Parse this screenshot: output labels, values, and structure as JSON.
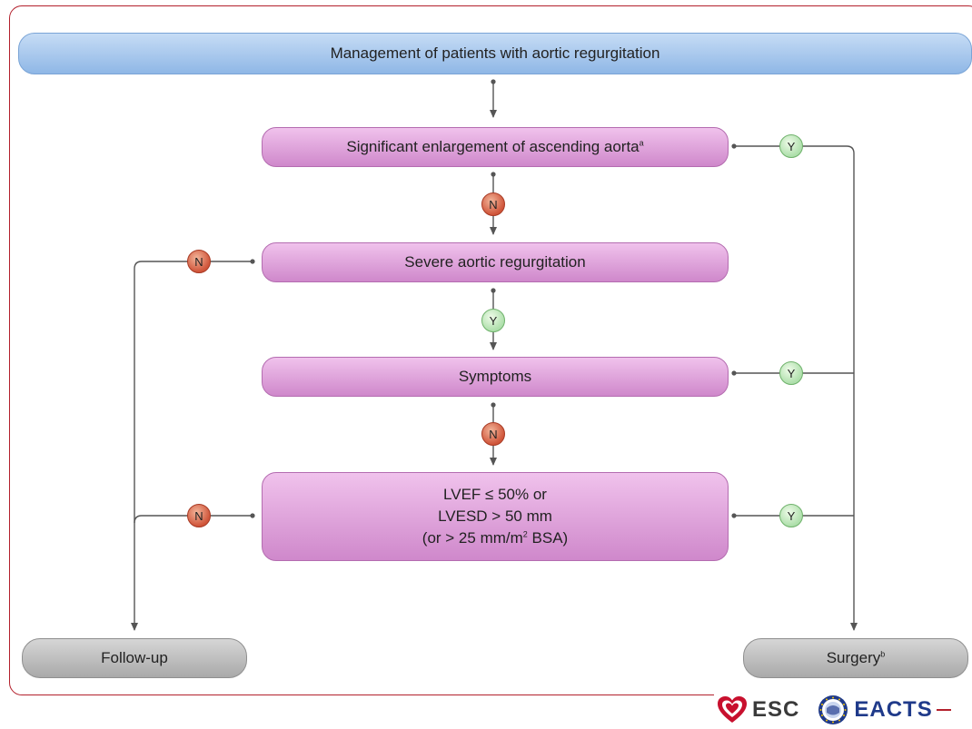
{
  "diagram": {
    "title": "Management of patients with aortic regurgitation",
    "nodes": {
      "aorta": {
        "text": "Significant enlargement of ascending aorta",
        "sup": "a"
      },
      "severe_ar": {
        "text": "Severe aortic regurgitation"
      },
      "symptoms": {
        "text": "Symptoms"
      },
      "lv": {
        "line1": "LVEF ≤ 50% or",
        "line2": "LVESD > 50 mm",
        "line3_pre": "(or > 25 mm/m",
        "line3_sup": "2",
        "line3_post": " BSA)"
      },
      "follow_up": {
        "text": "Follow-up"
      },
      "surgery": {
        "text": "Surgery",
        "sup": "b"
      }
    },
    "badges": {
      "no": "N",
      "yes": "Y"
    }
  },
  "logos": {
    "esc": "ESC",
    "eacts": "EACTS"
  },
  "colors": {
    "frame": "#b3202c",
    "title_box": "#a8c8ee",
    "decision_box": "#dda0da",
    "end_box": "#bcbcbc",
    "no_badge": "#d0553a",
    "yes_badge": "#aedfab",
    "esc_heart": "#c8102e",
    "eacts_blue": "#1f3a8a"
  }
}
